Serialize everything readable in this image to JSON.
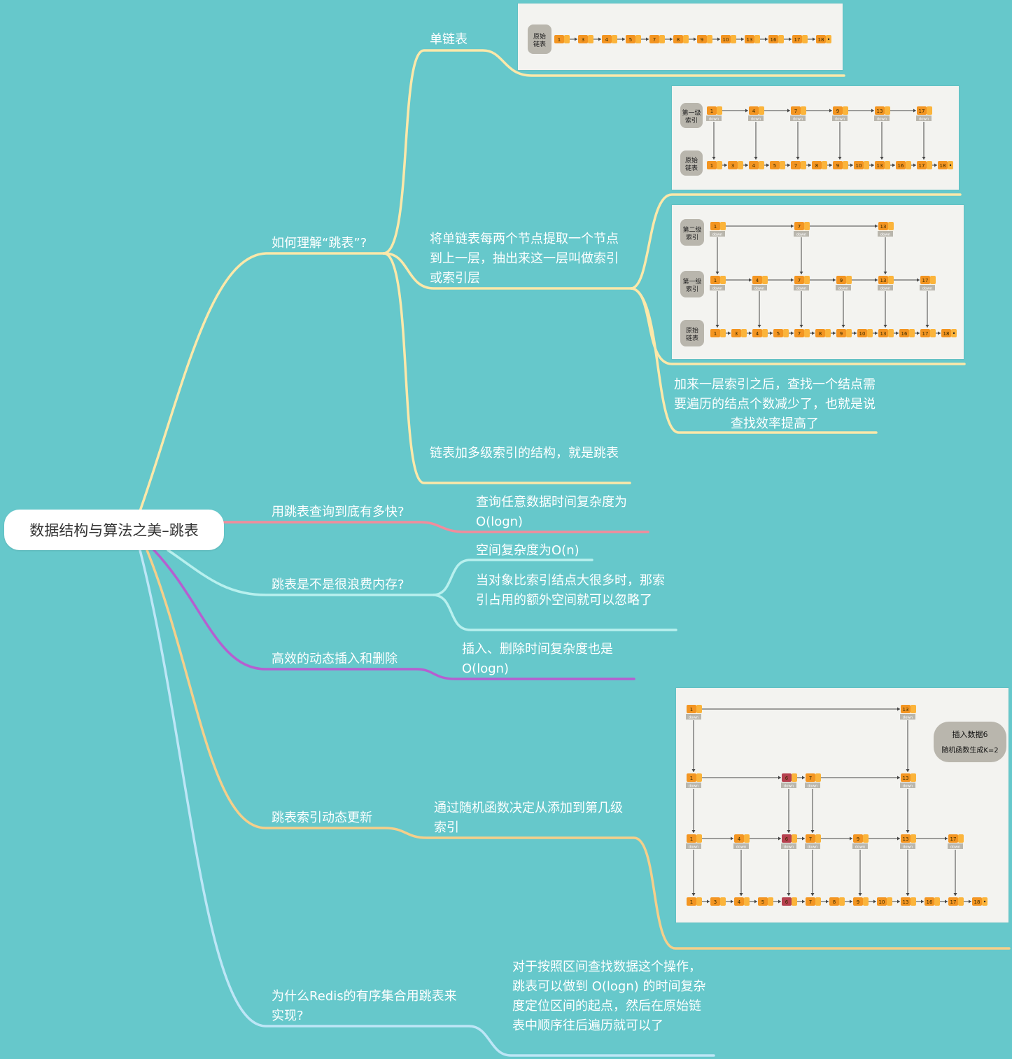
{
  "root": {
    "title": "数据结构与算法之美–跳表"
  },
  "branches": {
    "understand": {
      "label": "如何理解“跳表”?",
      "single_list": "单链表",
      "extract_index": "将单链表每两个节点提取一个节点到上一层，抽出来这一层叫做索引或索引层",
      "after_index": "加来一层索引之后，查找一个结点需要遍历的结点个数减少了，也就是说查找效率提高了",
      "definition": "链表加多级索引的结构，就是跳表"
    },
    "speed": {
      "label": "用跳表查询到底有多快?",
      "answer": "查询任意数据时间复杂度为O(logn)"
    },
    "memory": {
      "label": "跳表是不是很浪费内存?",
      "space": "空间复杂度为O(n)",
      "note": "当对象比索引结点大很多时，那索引占用的额外空间就可以忽略了"
    },
    "insert_delete": {
      "label": "高效的动态插入和删除",
      "answer": "插入、删除时间复杂度也是O(logn)"
    },
    "dynamic_update": {
      "label": "跳表索引动态更新",
      "answer": "通过随机函数决定从添加到第几级索引"
    },
    "redis": {
      "label": "为什么Redis的有序集合用跳表来实现?",
      "answer": "对于按照区间查找数据这个操作，跳表可以做到 O(logn) 的时间复杂度定位区间的起点，然后在原始链表中顺序往后遍历就可以了"
    }
  },
  "figures": {
    "base_values": [
      "1",
      "3",
      "4",
      "5",
      "7",
      "8",
      "9",
      "10",
      "13",
      "16",
      "17",
      "18"
    ],
    "level1_values": [
      "1",
      "4",
      "7",
      "9",
      "13",
      "17"
    ],
    "level2_values": [
      "1",
      "7",
      "13"
    ],
    "fig1_label": "原始链表",
    "fig2_labels": [
      "第一级索引",
      "原始链表"
    ],
    "fig3_labels": [
      "第二级索引",
      "第一级索引",
      "原始链表"
    ],
    "down_text": "down",
    "insert_note": [
      "插入数据6",
      "随机函数生成K=2"
    ],
    "insert_value": "6",
    "colors": {
      "node": "#f39522",
      "node_dark": "#e8590c",
      "inserted": "#b5404e",
      "label_bg": "#b9b6ad"
    }
  },
  "colors": {
    "yellow": "#fce8a9",
    "pink": "#f28c9c",
    "cyan": "#b8f0ee",
    "purple": "#b55fd0",
    "orange": "#f5cf8a",
    "lightblue": "#bde6f6"
  }
}
